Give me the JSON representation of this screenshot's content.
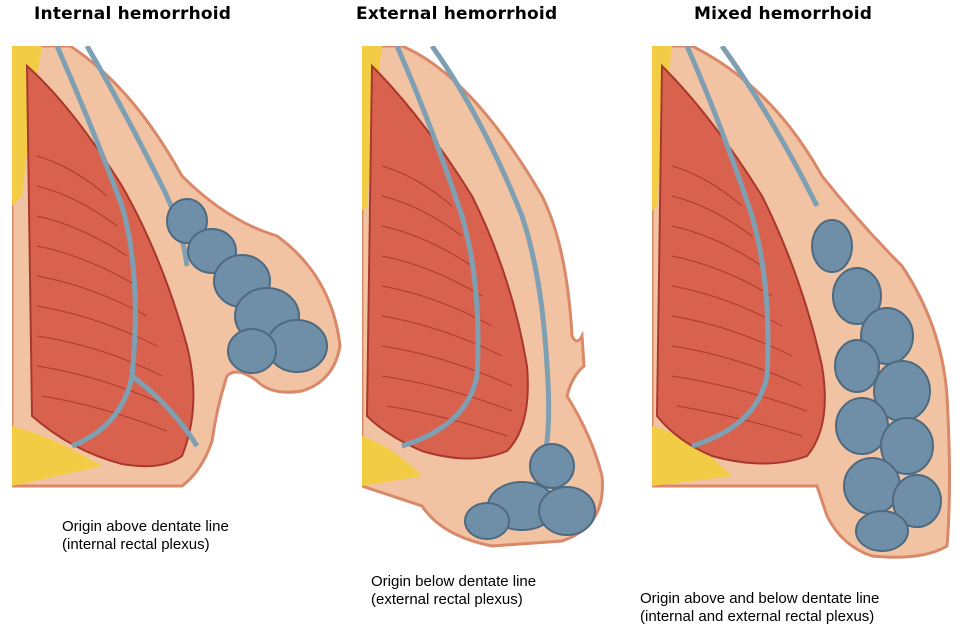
{
  "panels": [
    {
      "title": "Internal hemorrhoid",
      "caption_line1": "Origin above dentate line",
      "caption_line2": "(internal rectal plexus)"
    },
    {
      "title": "External hemorrhoid",
      "caption_line1": "Origin below dentate line",
      "caption_line2": "(external rectal  plexus)"
    },
    {
      "title": "Mixed hemorrhoid",
      "caption_line1": "Origin above and below dentate line",
      "caption_line2": "(internal and external rectal plexus)"
    }
  ],
  "colors": {
    "skin": "#f2c3a3",
    "skin_edge": "#d9896a",
    "muscle": "#d9624f",
    "muscle_dark": "#a8382c",
    "fat": "#f3cc45",
    "vein": "#7f9fb2",
    "hemorrhoid": "#6f8fa8"
  }
}
